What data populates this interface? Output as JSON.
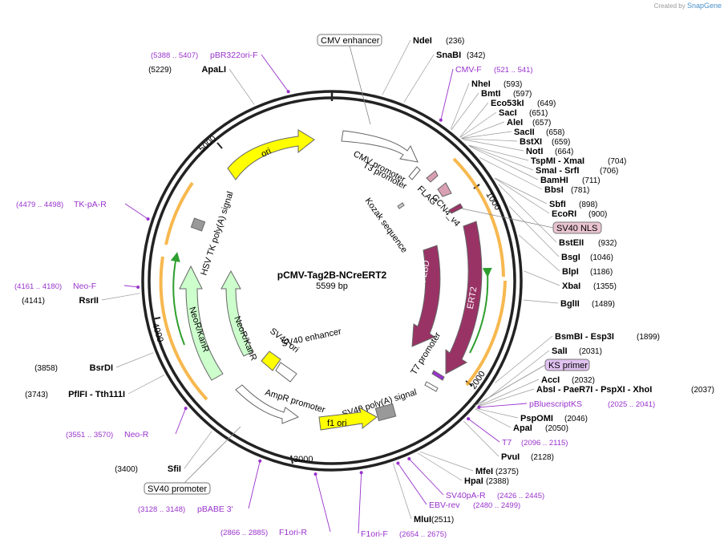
{
  "credit": {
    "prefix": "Created by",
    "brand": "SnapGene"
  },
  "plasmid": {
    "name": "pCMV-Tag2B-NCreERT2",
    "size": "5599 bp",
    "length": 5599
  },
  "ticks": [
    "1000",
    "2000",
    "3000",
    "4000",
    "5000"
  ],
  "enzymes": [
    {
      "name": "NdeI",
      "pos": "(236)"
    },
    {
      "name": "SnaBI",
      "pos": "(342)"
    },
    {
      "name": "NheI",
      "pos": "(593)"
    },
    {
      "name": "BmtI",
      "pos": "(597)"
    },
    {
      "name": "Eco53kI",
      "pos": "(649)"
    },
    {
      "name": "SacI",
      "pos": "(651)"
    },
    {
      "name": "AleI",
      "pos": "(657)"
    },
    {
      "name": "SacII",
      "pos": "(658)"
    },
    {
      "name": "BstXI",
      "pos": "(659)"
    },
    {
      "name": "NotI",
      "pos": "(664)"
    },
    {
      "name": "TspMI  -  XmaI",
      "pos": "(704)"
    },
    {
      "name": "SmaI  -  SrfI",
      "pos": "(706)"
    },
    {
      "name": "BamHI",
      "pos": "(711)"
    },
    {
      "name": "BbsI",
      "pos": "(781)"
    },
    {
      "name": "SbfI",
      "pos": "(898)"
    },
    {
      "name": "EcoRI",
      "pos": "(900)"
    },
    {
      "name": "BstEII",
      "pos": "(932)"
    },
    {
      "name": "BsgI",
      "pos": "(1046)"
    },
    {
      "name": "BlpI",
      "pos": "(1186)"
    },
    {
      "name": "XbaI",
      "pos": "(1355)"
    },
    {
      "name": "BglII",
      "pos": "(1489)"
    },
    {
      "name": "BsmBI  -  Esp3I",
      "pos": "(1899)"
    },
    {
      "name": "SalI",
      "pos": "(2031)"
    },
    {
      "name": "AccI",
      "pos": "(2032)"
    },
    {
      "name": "AbsI  -  PaeR7I  -  PspXI  -  XhoI",
      "pos": "(2037)"
    },
    {
      "name": "PspOMI",
      "pos": "(2046)"
    },
    {
      "name": "ApaI",
      "pos": "(2050)"
    },
    {
      "name": "PvuI",
      "pos": "(2128)"
    },
    {
      "name": "MfeI",
      "pos": "(2375)"
    },
    {
      "name": "HpaI",
      "pos": "(2388)"
    },
    {
      "name": "MluI",
      "pos": "(2511)"
    },
    {
      "name": "SfiI",
      "pos": "(3400)"
    },
    {
      "name": "PflFI  -  Tth111I",
      "pos": "(3743)"
    },
    {
      "name": "BsrDI",
      "pos": "(3858)"
    },
    {
      "name": "RsrII",
      "pos": "(4141)"
    },
    {
      "name": "ApaLI",
      "pos": "(5229)"
    }
  ],
  "primers": [
    {
      "name": "pBR322ori-F",
      "range": "(5388 .. 5407)"
    },
    {
      "name": "CMV-F",
      "range": "(521 .. 541)"
    },
    {
      "name": "pBluescriptKS",
      "range": "(2025 .. 2041)"
    },
    {
      "name": "T7",
      "range": "(2096 .. 2115)"
    },
    {
      "name": "SV40pA-R",
      "range": "(2426 .. 2445)"
    },
    {
      "name": "EBV-rev",
      "range": "(2480 .. 2499)"
    },
    {
      "name": "F1ori-F",
      "range": "(2654 .. 2675)"
    },
    {
      "name": "F1ori-R",
      "range": "(2866 .. 2885)"
    },
    {
      "name": "pBABE 3'",
      "range": "(3128 .. 3148)"
    },
    {
      "name": "Neo-R",
      "range": "(3551 .. 3570)"
    },
    {
      "name": "Neo-F",
      "range": "(4161 .. 4180)"
    },
    {
      "name": "TK-pA-R",
      "range": "(4479 .. 4498)"
    }
  ],
  "boxed": {
    "cmv_enhancer": "CMV enhancer",
    "sv40_nls": "SV40 NLS",
    "ks_primer": "KS primer",
    "sv40_promoter": "SV40 promoter"
  },
  "features": {
    "cmv_promoter": "CMV promoter",
    "t3_promoter": "T3 promoter",
    "flag": "FLAG",
    "gcn4": "GCN4_v4",
    "kozak": "Kozak sequence",
    "er_lbd": "ER-LBD",
    "ert2": "ERT2",
    "t7_promoter": "T7 promoter",
    "sv40_polya": "SV40 poly(A) signal",
    "f1_ori": "f1 ori",
    "ampr_promoter": "AmpR promoter",
    "sv40_ori": "SV40 ori",
    "sv40_enhancer": "SV40 enhancer",
    "neor1": "NeoR/KanR",
    "neor2": "NeoR/KanR",
    "hsv_tk": "HSV TK poly(A) signal",
    "ori": "ori"
  },
  "colors": {
    "backbone": "#222222",
    "ori": "#ffff00",
    "neo": "#ccffcc",
    "ert": "#993366",
    "primer": "#9933cc",
    "orange": "#f5a623",
    "green": "#2e9e2e",
    "grey_box": "#999999"
  }
}
